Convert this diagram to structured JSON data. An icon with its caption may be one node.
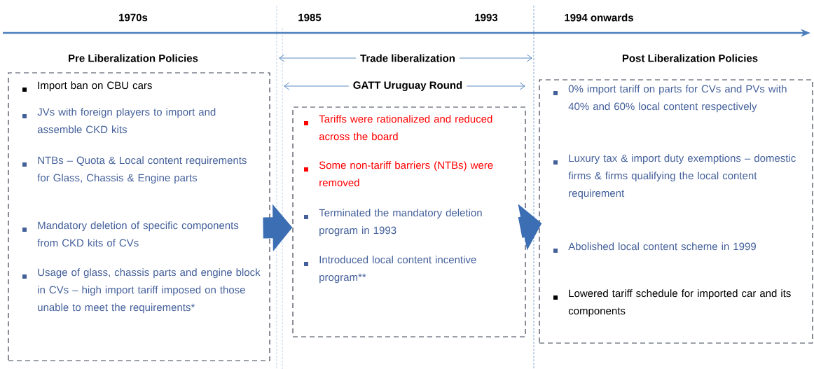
{
  "diagram": {
    "nodes": [
      {
        "text": [
          "Pre Liberalization Policies",
          "Import ban on CBU cars",
          "JVs with foreign players to import and assemble CKD kits",
          "NTBs – Quota & Local content requirements for Glass, Chassis & Engine parts",
          "Mandatory deletion of specific components from CKD kits of CVs",
          "Usage of glass, chassis parts and engine block in CVs – high import tariff imposed on those unable to meet the requirements*"
        ]
      },
      {
        "text": [
          "Tariffs were rationalized and reduced across the board",
          "Some non-tariff barriers (NTBs) were removed",
          "Terminated the mandatory deletion program in 1993",
          "Introduced local content incentive program**"
        ]
      },
      {
        "text": [
          "Post Liberalization Policies",
          "0% import tariff on parts for CVs and PVs with 40% and 60% local content respectively",
          "Luxury tax & import duty exemptions – domestic firms & firms qualifying the local content requirement",
          "Abolished local content scheme in 1999",
          "Lowered tariff schedule for imported car and its components"
        ]
      }
    ],
    "edges": [
      {
        "from": 0,
        "to": 1,
        "arrow": "to"
      },
      {
        "from": 1,
        "to": 2,
        "arrow": "to"
      }
    ],
    "labels": [
      "1970s",
      "1985",
      "1993",
      "1994 onwards",
      "Trade liberalization",
      "GATT Uruguay Round"
    ]
  }
}
